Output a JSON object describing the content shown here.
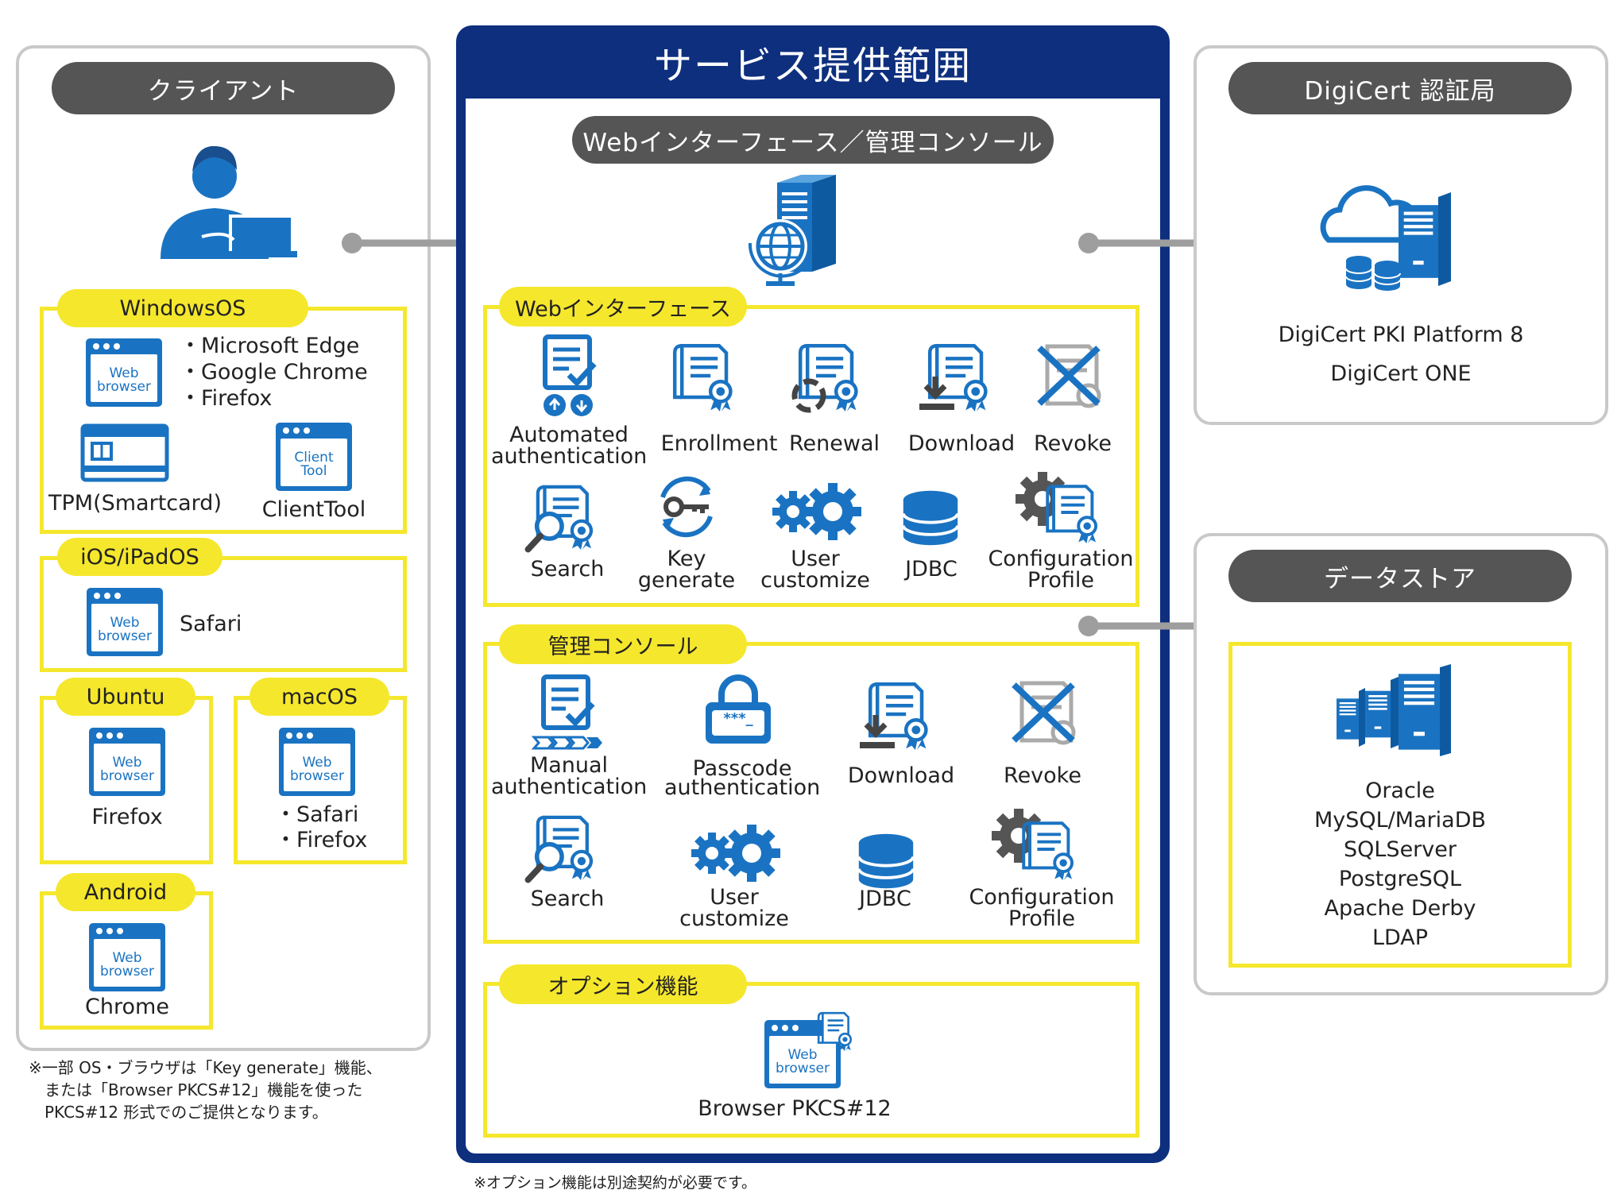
{
  "client": {
    "title": "クライアント",
    "windows": {
      "heading": "WindowsOS",
      "browsers": [
        "・Microsoft Edge",
        "・Google Chrome",
        "・Firefox"
      ],
      "tpm_label": "TPM(Smartcard)",
      "clienttool_label": "ClientTool"
    },
    "ios": {
      "heading": "iOS/iPadOS",
      "browser": "Safari"
    },
    "ubuntu": {
      "heading": "Ubuntu",
      "browser": "Firefox"
    },
    "macos": {
      "heading": "macOS",
      "browsers": [
        "・Safari",
        "・Firefox"
      ]
    },
    "android": {
      "heading": "Android",
      "browser": "Chrome"
    },
    "icons": {
      "web_browser": [
        "Web",
        "browser"
      ],
      "client_tool": [
        "Client",
        "Tool"
      ]
    },
    "footnote": [
      "※一部 OS・ブラウザは「Key generate」機能、",
      "　または「Browser PKCS#12」機能を使った",
      "　PKCS#12 形式でのご提供となります。"
    ]
  },
  "service": {
    "title": "サービス提供範囲",
    "subtitle": "Webインターフェース／管理コンソール",
    "web_interface": {
      "heading": "Webインターフェース",
      "items": [
        [
          "Automated",
          "authentication"
        ],
        [
          "Enrollment"
        ],
        [
          "Renewal"
        ],
        [
          "Download"
        ],
        [
          "Revoke"
        ],
        [
          "Search"
        ],
        [
          "Key",
          "generate"
        ],
        [
          "User",
          "customize"
        ],
        [
          "JDBC"
        ],
        [
          "Configuration",
          "Profile"
        ]
      ]
    },
    "console": {
      "heading": "管理コンソール",
      "items": [
        [
          "Manual",
          "authentication"
        ],
        [
          "Passcode",
          "authentication"
        ],
        [
          "Download"
        ],
        [
          "Revoke"
        ],
        [
          "Search"
        ],
        [
          "User",
          "customize"
        ],
        [
          "JDBC"
        ],
        [
          "Configuration",
          "Profile"
        ]
      ],
      "passcode_mask": "***_"
    },
    "option": {
      "heading": "オプション機能",
      "item": "Browser PKCS#12"
    },
    "footnote": "※オプション機能は別途契約が必要です。"
  },
  "ca": {
    "title": "DigiCert 認証局",
    "lines": [
      "DigiCert PKI Platform 8",
      "DigiCert ONE"
    ]
  },
  "datastore": {
    "title": "データストア",
    "items": [
      "Oracle",
      "MySQL/MariaDB",
      "SQLServer",
      "PostgreSQL",
      "Apache Derby",
      "LDAP"
    ]
  },
  "colors": {
    "navy": "#0d2f7e",
    "blue": "#1a73c2",
    "yellow": "#f5e72c",
    "dark_pill": "#555555",
    "gray_border": "#c9c9c9",
    "connector": "#9e9e9e"
  }
}
